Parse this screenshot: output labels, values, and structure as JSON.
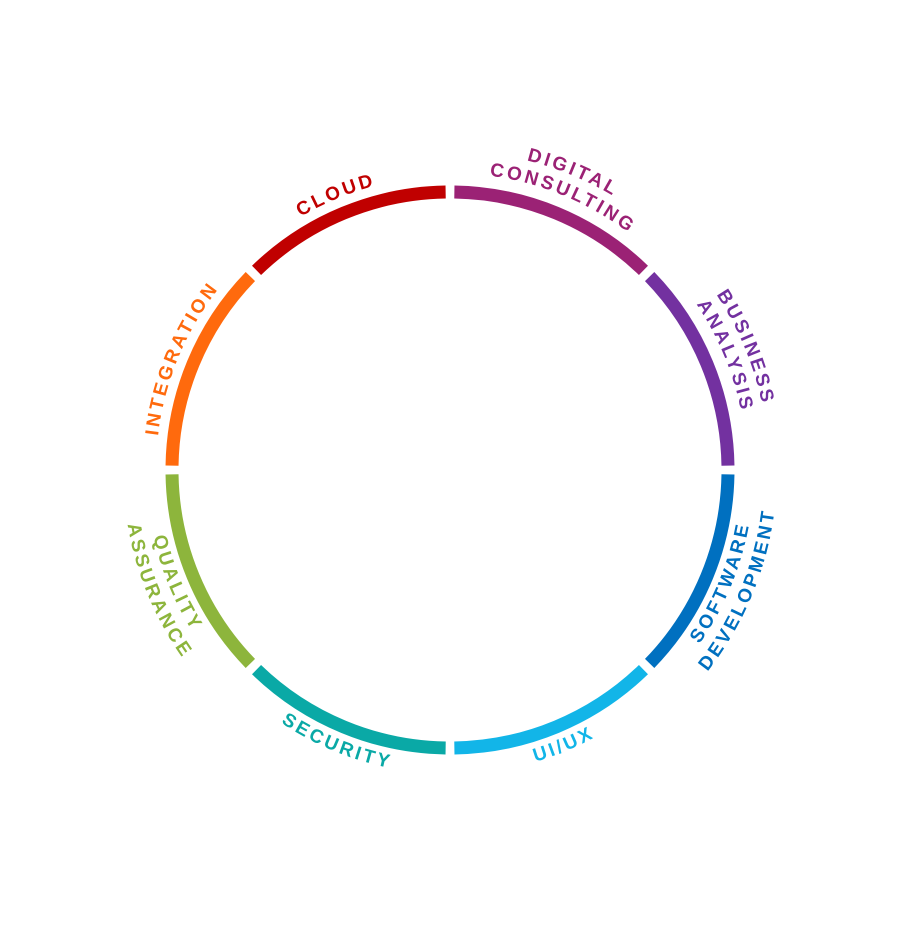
{
  "diagram": {
    "segments": [
      {
        "id": "digital-consulting",
        "lines": [
          "DIGITAL",
          "CONSULTING"
        ],
        "color": "#9B2275"
      },
      {
        "id": "business-analysis",
        "lines": [
          "BUSINESS",
          "ANALYSIS"
        ],
        "color": "#7331A0"
      },
      {
        "id": "software-development",
        "lines": [
          "SOFTWARE",
          "DEVELOPMENT"
        ],
        "color": "#0070C0"
      },
      {
        "id": "ui-ux",
        "lines": [
          "UI/UX"
        ],
        "color": "#12B5E8"
      },
      {
        "id": "security",
        "lines": [
          "SECURITY"
        ],
        "color": "#0AA9A6"
      },
      {
        "id": "quality-assurance",
        "lines": [
          "QUALITY",
          "ASSURANCE"
        ],
        "color": "#8DB53C"
      },
      {
        "id": "integration",
        "lines": [
          "INTEGRATION"
        ],
        "color": "#FF6A0D"
      },
      {
        "id": "cloud",
        "lines": [
          "CLOUD"
        ],
        "color": "#C00000"
      }
    ]
  }
}
